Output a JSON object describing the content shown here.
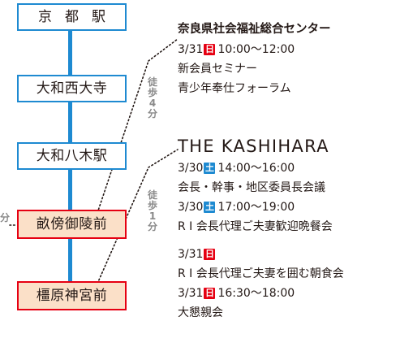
{
  "left_edge_label": "分",
  "stations": [
    {
      "name": "京都駅",
      "highlight": false
    },
    {
      "name": "大和西大寺",
      "highlight": false
    },
    {
      "name": "大和八木駅",
      "highlight": false
    },
    {
      "name": "畝傍御陵前",
      "highlight": true
    },
    {
      "name": "橿原神宮前",
      "highlight": true
    }
  ],
  "walks": [
    {
      "label": "徒歩4分"
    },
    {
      "label": "徒歩1分"
    }
  ],
  "venues": [
    {
      "name": "奈良県社会福祉総合センター",
      "events": [
        {
          "date": "3/31",
          "day": "日",
          "time": "10:00〜12:00",
          "items": [
            "新会員セミナー",
            "青少年奉仕フォーラム"
          ]
        }
      ]
    },
    {
      "name": "THE KASHIHARA",
      "events": [
        {
          "date": "3/30",
          "day": "土",
          "time": "14:00〜16:00",
          "items": [
            "会長・幹事・地区委員長会議"
          ]
        },
        {
          "date": "3/30",
          "day": "土",
          "time": "17:00〜19:00",
          "items": [
            "R I 会長代理ご夫妻歓迎晩餐会"
          ]
        },
        {
          "date": "3/31",
          "day": "日",
          "time": "",
          "items": [
            "R I 会長代理ご夫妻を囲む朝食会"
          ]
        },
        {
          "date": "3/31",
          "day": "日",
          "time": "16:30〜18:00",
          "items": [
            "大懇親会"
          ]
        }
      ]
    }
  ],
  "colors": {
    "rail": "#1e8ad1",
    "highlight_border": "#e60012",
    "highlight_fill": "#fbe0c8",
    "sunday": "#e60012",
    "saturday": "#1e8ad1",
    "walk_text": "#8a8a8a"
  }
}
